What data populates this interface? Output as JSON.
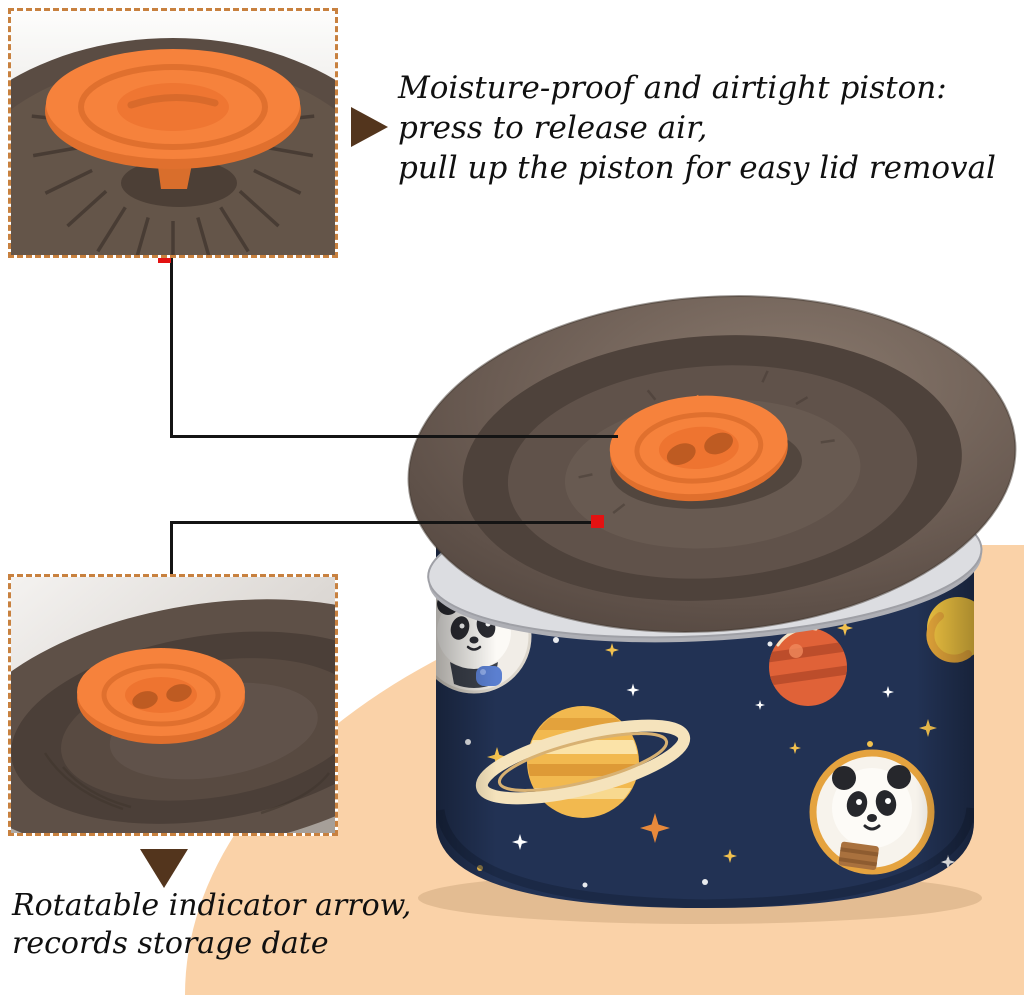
{
  "callouts": {
    "top": {
      "line1": "Moisture-proof and airtight piston:",
      "line2": "press to release air,",
      "line3": "pull up the piston for easy lid removal"
    },
    "bottom": {
      "line1": "Rotatable indicator arrow,",
      "line2": "records storage date"
    }
  },
  "colors": {
    "peach_blob": "#FAD2A8",
    "dashed_border": "#C8813F",
    "connector_line": "#141414",
    "connector_marker_red": "#E31212",
    "arrow_brown": "#53351D",
    "piston_orange": "#F6823C",
    "lid_brown": "#6B5C53",
    "body_navy": "#223254",
    "rim_silver": "#D5D6DA",
    "planet_yellow": "#F2B94F",
    "planet_red": "#E06238"
  }
}
